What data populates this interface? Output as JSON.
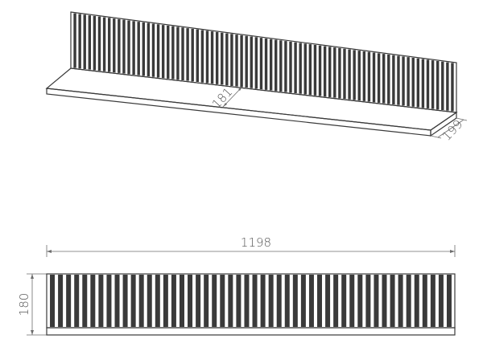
{
  "colors": {
    "line": "#3a3a3a",
    "dimension": "#6d6d6d",
    "slat": "#3a3a3a",
    "text": "#555555",
    "background": "#ffffff"
  },
  "isometric_view": {
    "depth_label": "181",
    "depth_total_label": "199"
  },
  "front_view": {
    "width_label": "1198",
    "height_label": "180"
  }
}
